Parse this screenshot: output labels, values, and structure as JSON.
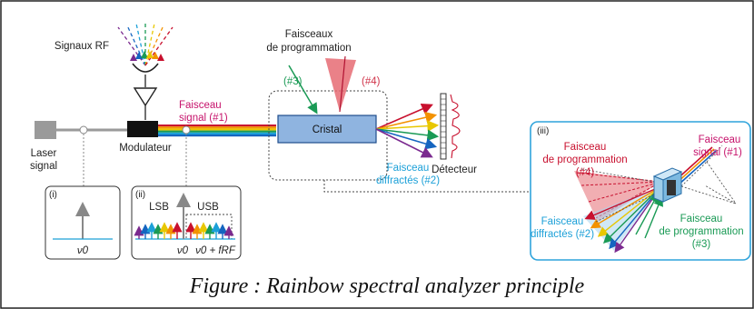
{
  "labels": {
    "rf_signals": "Signaux RF",
    "laser_line1": "Laser",
    "laser_line2": "signal",
    "modulator": "Modulateur",
    "signal_beam_line1": "Faisceau",
    "signal_beam_line2": "signal (#1)",
    "programming_beams_line1": "Faisceaux",
    "programming_beams_line2": "de programmation",
    "beam3_tag": "(#3)",
    "beam4_tag": "(#4)",
    "crystal": "Cristal",
    "diffracted_line1": "Faisceau",
    "diffracted_line2": "diffractés (#2)",
    "detector": "Détecteur"
  },
  "panel_i": {
    "tag": "(i)",
    "freq_label": "ν0"
  },
  "panel_ii": {
    "tag": "(ii)",
    "lsb": "LSB",
    "usb": "USB",
    "freq_label": "ν0",
    "freq_shift_label": "ν0 + fRF"
  },
  "panel_iii": {
    "tag": "(iii)",
    "signal_beam_line1": "Faisceau",
    "signal_beam_line2": "signal (#1)",
    "prog4_line1": "Faisceau",
    "prog4_line2": "de programmation",
    "prog4_line3": "(#4)",
    "diffracted_line1": "Faisceau",
    "diffracted_line2": "diffractés (#2)",
    "prog3_line1": "Faisceau",
    "prog3_line2": "de programmation",
    "prog3_line3": "(#3)"
  },
  "caption": "Figure : Rainbow spectral analyzer principle",
  "colors": {
    "signal": "#c6126b",
    "prog3": "#1a9a55",
    "prog4": "#d0344a",
    "diffracted": "#1ca0d8",
    "crystal": "#8fb4e0",
    "laser": "#9a9a9a"
  }
}
